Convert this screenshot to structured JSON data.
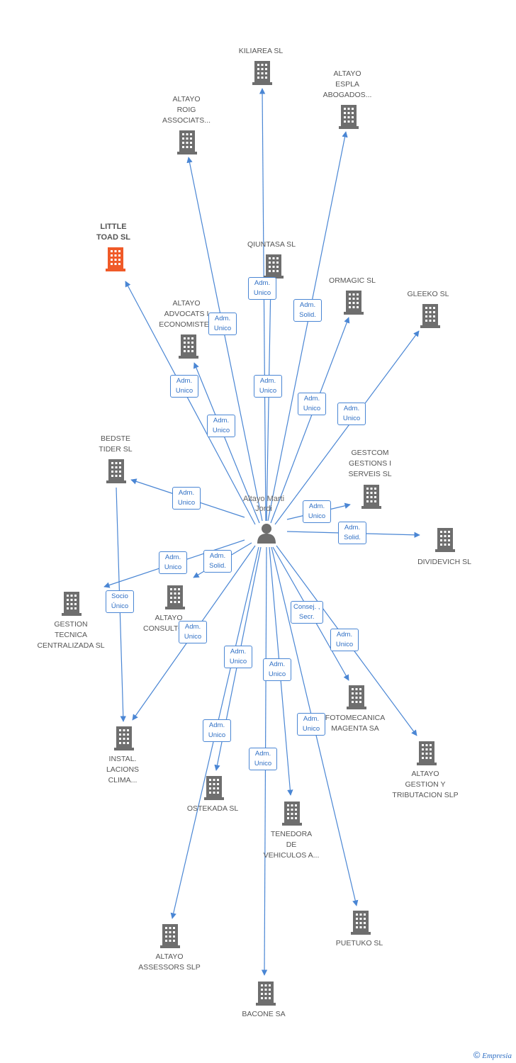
{
  "center": {
    "label": "Altayo Marti\nJordi",
    "icon": "person-icon"
  },
  "colors": {
    "edge": "#4a86d4",
    "building": "#6e6e6e",
    "highlight": "#f05a28"
  },
  "nodes": [
    {
      "id": "kiliarea",
      "label": "KILIAREA SL",
      "highlight": false
    },
    {
      "id": "espla",
      "label": "ALTAYO\nESPLA\nABOGADOS...",
      "highlight": false
    },
    {
      "id": "roig",
      "label": "ALTAYO\nROIG\nASSOCIATS...",
      "highlight": false
    },
    {
      "id": "little",
      "label": "LITTLE\nTOAD SL",
      "highlight": true
    },
    {
      "id": "qiuntasa",
      "label": "QIUNTASA SL",
      "highlight": false
    },
    {
      "id": "ormagic",
      "label": "ORMAGIC  SL",
      "highlight": false
    },
    {
      "id": "gleeko",
      "label": "GLEEKO SL",
      "highlight": false
    },
    {
      "id": "advocats",
      "label": "ALTAYO\nADVOCATS I\nECONOMISTES",
      "highlight": false
    },
    {
      "id": "bedste",
      "label": "BEDSTE\nTIDER  SL",
      "highlight": false
    },
    {
      "id": "gestcom",
      "label": "GESTCOM\nGESTIONS I\nSERVEIS SL",
      "highlight": false
    },
    {
      "id": "dividevich",
      "label": "DIVIDEVICH SL",
      "highlight": false
    },
    {
      "id": "gestion",
      "label": "GESTION\nTECNICA\nCENTRALIZADA SL",
      "highlight": false
    },
    {
      "id": "consult",
      "label": "ALTAYO\nCONSULTORS",
      "highlight": false
    },
    {
      "id": "fotomecanica",
      "label": "FOTOMECANICA\nMAGENTA SA",
      "highlight": false
    },
    {
      "id": "gestiony",
      "label": "ALTAYO\nGESTION Y\nTRIBUTACION SLP",
      "highlight": false
    },
    {
      "id": "instal",
      "label": "INSTAL.\nLACIONS\nCLIMA...",
      "highlight": false
    },
    {
      "id": "ostekada",
      "label": "OSTEKADA SL",
      "highlight": false
    },
    {
      "id": "tenedora",
      "label": "TENEDORA\nDE\nVEHICULOS A...",
      "highlight": false
    },
    {
      "id": "assessors",
      "label": "ALTAYO\nASSESSORS SLP",
      "highlight": false
    },
    {
      "id": "puetuko",
      "label": "PUETUKO SL",
      "highlight": false
    },
    {
      "id": "bacone",
      "label": "BACONE SA",
      "highlight": false
    }
  ],
  "edge_labels": [
    {
      "id": "e-kiliarea",
      "text": "Adm.\nUnico"
    },
    {
      "id": "e-roig",
      "text": "Adm.\nUnico"
    },
    {
      "id": "e-espla",
      "text": "Adm.\nSolid."
    },
    {
      "id": "e-ormagic",
      "text": "Adm.\nUnico"
    },
    {
      "id": "e-gleeko",
      "text": "Adm.\nUnico"
    },
    {
      "id": "e-little",
      "text": "Adm.\nUnico"
    },
    {
      "id": "e-qiuntasa",
      "text": "Adm.\nUnico"
    },
    {
      "id": "e-advocats",
      "text": "Adm.\nUnico"
    },
    {
      "id": "e-bedste",
      "text": "Adm.\nUnico"
    },
    {
      "id": "e-gestcom",
      "text": "Adm.\nUnico"
    },
    {
      "id": "e-dividevich",
      "text": "Adm.\nSolid."
    },
    {
      "id": "e-gestion",
      "text": "Adm.\nUnico"
    },
    {
      "id": "e-consult",
      "text": "Adm.\nSolid."
    },
    {
      "id": "e-socio",
      "text": "Socio\nÚnico"
    },
    {
      "id": "e-instal",
      "text": "Adm.\nUnico"
    },
    {
      "id": "e-fotomecanica",
      "text": "Consej. ,\nSecr."
    },
    {
      "id": "e-gestiony",
      "text": "Adm.\nUnico"
    },
    {
      "id": "e-ostekada",
      "text": "Adm.\nUnico"
    },
    {
      "id": "e-tenedora",
      "text": "Adm.\nUnico"
    },
    {
      "id": "e-assessors",
      "text": "Adm.\nUnico"
    },
    {
      "id": "e-puetuko",
      "text": "Adm.\nUnico"
    },
    {
      "id": "e-bacone",
      "text": "Adm.\nUnico"
    }
  ],
  "footer": {
    "copyright": "©",
    "brand": "Empresia"
  }
}
